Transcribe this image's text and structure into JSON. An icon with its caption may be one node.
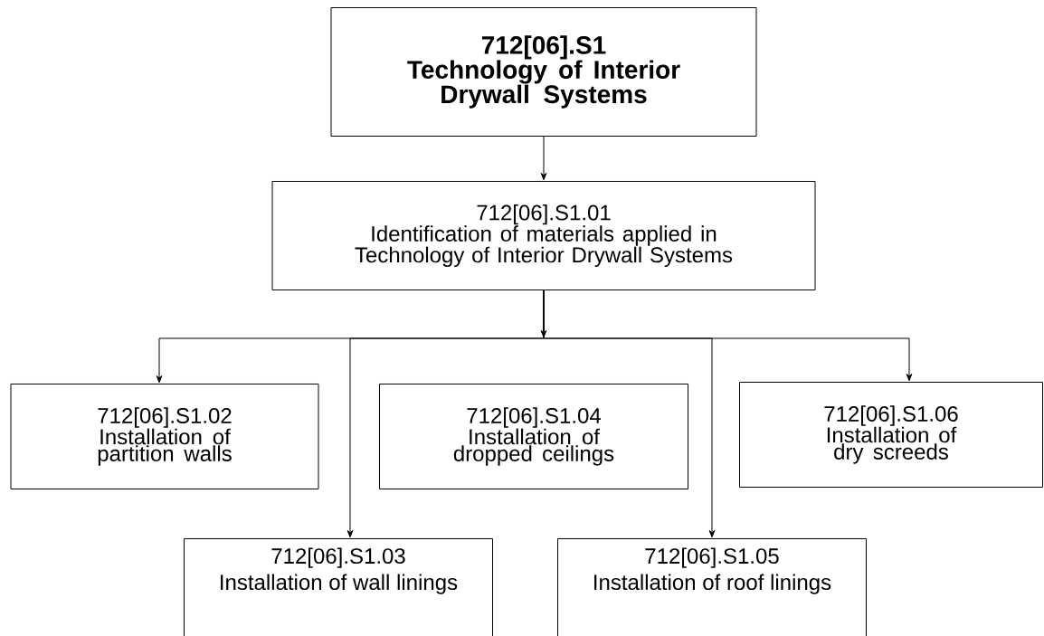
{
  "diagram": {
    "nodes": [
      {
        "text": [
          "712[06].S1",
          "Technology of Interior Drywall Systems"
        ]
      },
      {
        "text": [
          "712[06].S1.01",
          "Identification of materials applied in Technology of Interior Drywall Systems"
        ]
      },
      {
        "text": [
          "712[06].S1.02",
          "Installation of partition walls"
        ]
      },
      {
        "text": [
          "712[06].S1.03",
          "Installation of wall linings"
        ]
      },
      {
        "text": [
          "712[06].S1.04",
          "Installation of dropped ceilings"
        ]
      },
      {
        "text": [
          "712[06].S1.05",
          "Installation of roof linings"
        ]
      },
      {
        "text": [
          "712[06].S1.06",
          "Installation of dry screeds"
        ]
      }
    ],
    "edges": [
      {
        "from": 0,
        "to": 1,
        "arrow": "to"
      },
      {
        "from": 1,
        "to": 2,
        "arrow": "to"
      },
      {
        "from": 1,
        "to": 3,
        "arrow": "to"
      },
      {
        "from": 1,
        "to": 5,
        "arrow": "to"
      },
      {
        "from": 1,
        "to": 6,
        "arrow": "to"
      }
    ]
  }
}
